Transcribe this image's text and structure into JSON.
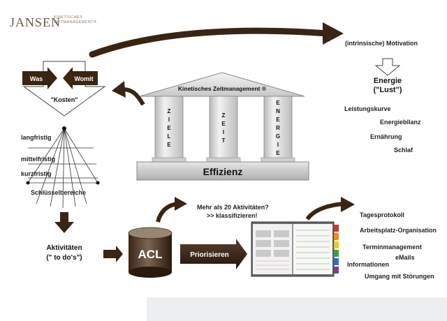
{
  "logo": {
    "name": "JANSEN",
    "sub_line1": "KINETISCHES",
    "sub_line2": "ZEITMANAGEMENT®"
  },
  "left_block": {
    "was": "Was",
    "womit": "Womit",
    "kosten": "\"Kosten\""
  },
  "timeframes": {
    "langfristig": "langfristig",
    "mittelfristig": "mittelfristig",
    "kurzfristig": "kurzfristig",
    "schluessel": "Schlüsselbereiche"
  },
  "temple": {
    "title": "Kinetisches Zeitmanagement ®",
    "pillar1": [
      "Z",
      "I",
      "E",
      "L",
      "E"
    ],
    "pillar2": [
      "Z",
      "E",
      "I",
      "T"
    ],
    "pillar3": [
      "E",
      "N",
      "E",
      "R",
      "G",
      "I",
      "E"
    ],
    "base": "Effizienz"
  },
  "motivation": {
    "label": "(intrinsische) Motivation",
    "energie": "Energie",
    "lust": "(\"Lust\")"
  },
  "energy_items": [
    "Leistungskurve",
    "Energiebilanz",
    "Ernährung",
    "Schlaf"
  ],
  "activities": {
    "line1": "Aktivitäten",
    "line2": "(\" to do's\")"
  },
  "acl": {
    "label": "ACL"
  },
  "priorisieren": {
    "label": "Priorisieren"
  },
  "over20": {
    "line1": "Mehr als 20 Aktivitäten?",
    "line2": ">> klassifizieren!"
  },
  "tools": [
    "Tagesprotokoll",
    "Arbeitsplatz-Organisation",
    "Terminmanagement",
    "eMails",
    "Informationen",
    "Umgang mit Störungen"
  ],
  "colors": {
    "arrow_brown": "#3a2412",
    "cylinder_top": "#8a7462",
    "cylinder_bottom": "#2e1c0f",
    "temple_gray": "#d6d6d6",
    "tab_red": "#d9302b",
    "tab_orange": "#f08c1a",
    "tab_yellow": "#f2c81d",
    "tab_green": "#3aa14a",
    "tab_blue": "#2f6fc2",
    "tab_purple": "#7a3d9a"
  }
}
